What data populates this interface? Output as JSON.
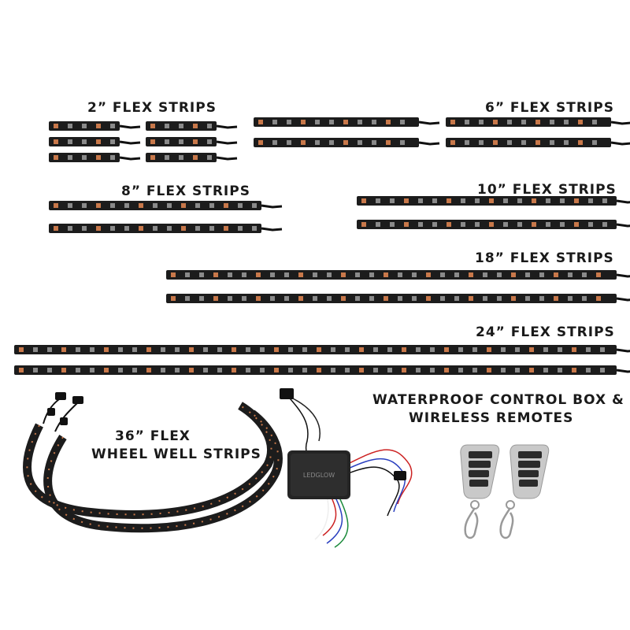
{
  "labels": {
    "flex2": "2” FLEX STRIPS",
    "flex6": "6” FLEX STRIPS",
    "flex8": "8” FLEX STRIPS",
    "flex10": "10” FLEX STRIPS",
    "flex18": "18” FLEX STRIPS",
    "flex24": "24” FLEX STRIPS",
    "wheel_line1": "36” FLEX",
    "wheel_line2": "WHEEL WELL STRIPS",
    "control_line1": "WATERPROOF CONTROL BOX &",
    "control_line2": "WIRELESS REMOTES",
    "control_box_brand": "LEDGLOW"
  },
  "colors": {
    "background": "#ffffff",
    "strip": "#1c1c1c",
    "text": "#1a1a1a",
    "led_orange": "#c8784a",
    "led_grey": "#8a8a8a",
    "remote_body": "#c9c9c9"
  },
  "icons": {
    "remote": "key-fob-remote-icon",
    "control_box": "control-box-icon"
  }
}
